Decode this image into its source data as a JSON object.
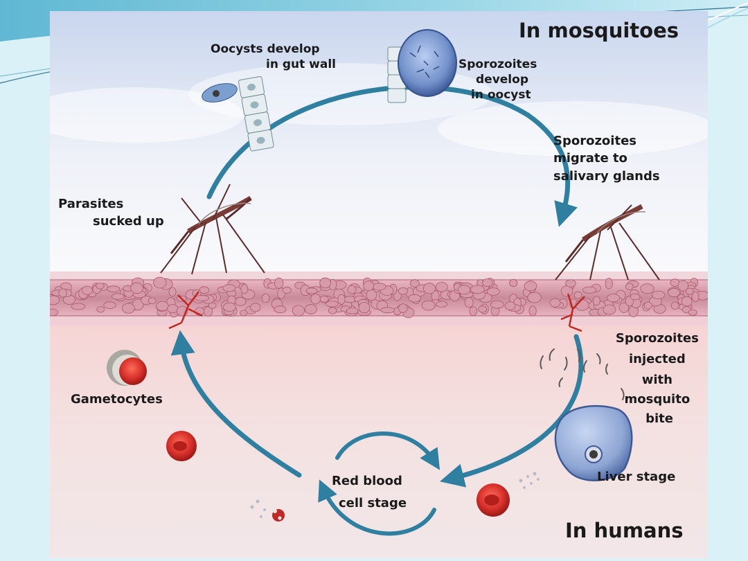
{
  "labels": {
    "in_mosquitoes": "In mosquitoes",
    "in_humans": "In humans",
    "oocysts": [
      "Oocysts develop",
      "in gut wall"
    ],
    "sporozoites_develop": [
      "Sporozoites",
      "develop",
      "in oocyst"
    ],
    "sporozoites_migrate": [
      "Sporozoites",
      "migrate to",
      "salivary glands"
    ],
    "parasites_sucked": [
      "Parasites",
      "sucked up"
    ],
    "sporozoites_injected": [
      "Sporozoites",
      "injected",
      "with",
      "mosquito",
      "bite"
    ],
    "gametocytes": "Gametocytes",
    "liver_stage": "Liver stage",
    "rbc_stage": [
      "Red blood",
      "cell stage"
    ]
  },
  "colors": {
    "slide_background": "#daf1f8",
    "arrow": "#2e7fa0",
    "tissue": "#c98a9a",
    "red_cell": "#d8322c",
    "liver_cell": "#8ea6d4",
    "sky": "#c9d6ee"
  }
}
